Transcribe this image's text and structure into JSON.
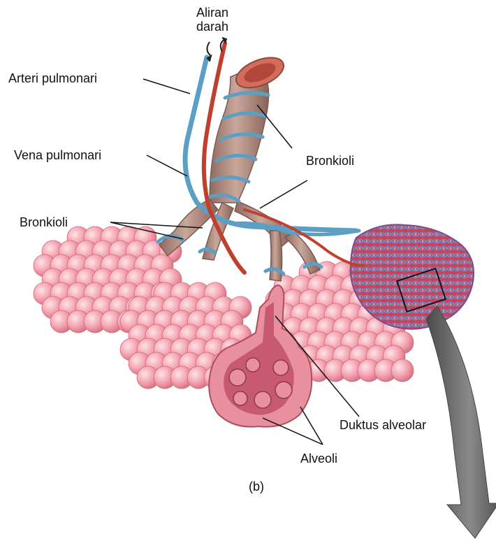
{
  "labels": {
    "blood_flow": "Aliran\ndarah",
    "blood_flow_line1": "Aliran",
    "blood_flow_line2": "darah",
    "pulmonary_artery": "Arteri pulmonari",
    "pulmonary_vein": "Vena pulmonari",
    "bronchiole_right": "Bronkioli",
    "bronchiole_left": "Bronkioli",
    "alveolar_duct": "Duktus alveolar",
    "alveoli": "Alveoli",
    "panel": "(b)"
  },
  "colors": {
    "alveoli_fill": "#f4a3b0",
    "alveoli_shade": "#e07d8e",
    "bronchiole": "#b8958a",
    "bronchiole_dark": "#8f6a60",
    "capillary_blue": "#5b9fc4",
    "artery_red": "#c0402f",
    "arrow_gray": "#666666"
  }
}
